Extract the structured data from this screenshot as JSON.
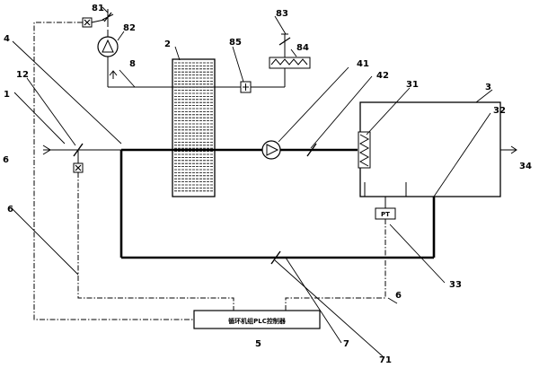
{
  "diagram": {
    "controller_text": "循环机组PLC控制器",
    "sensor_symbol": "PT",
    "reference_numbers": {
      "r1": "1",
      "r12": "12",
      "r4": "4",
      "r6a": "6",
      "r6b": "6",
      "r6c": "6",
      "r2": "2",
      "r8": "8",
      "r81": "81",
      "r82": "82",
      "r83": "83",
      "r84": "84",
      "r85": "85",
      "r41": "41",
      "r42": "42",
      "r3": "3",
      "r31": "31",
      "r32": "32",
      "r33": "33",
      "r34": "34",
      "r5": "5",
      "r7": "7",
      "r71": "71"
    }
  }
}
